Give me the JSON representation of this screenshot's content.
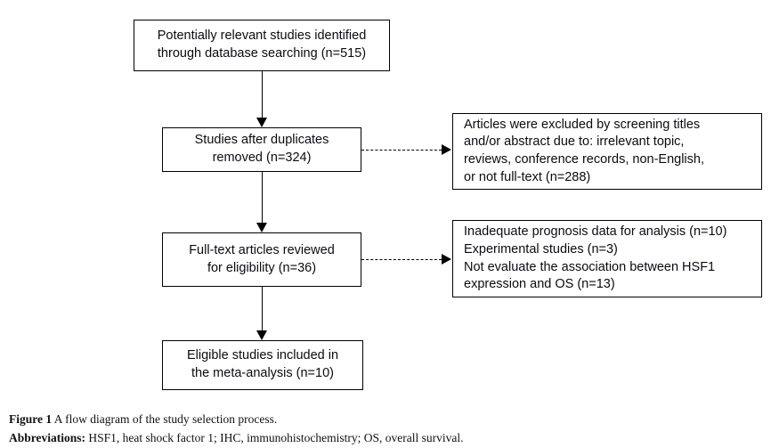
{
  "figure": {
    "type": "prisma-flow-diagram",
    "caption_label": "Figure 1",
    "caption_text": "A flow diagram of the study selection process.",
    "abbreviations_label": "Abbreviations:",
    "abbreviations_text": "HSF1, heat shock factor 1; IHC, immunohistochemistry; OS, overall survival."
  },
  "flow": {
    "main_boxes": [
      {
        "id": "identified",
        "text": "Potentially relevant studies identified\nthrough database searching (n=515)",
        "count": 515
      },
      {
        "id": "duplicates",
        "text": "Studies after duplicates\nremoved (n=324)",
        "count": 324
      },
      {
        "id": "fulltext",
        "text": "Full-text articles reviewed\nfor eligibility (n=36)",
        "count": 36
      },
      {
        "id": "eligible",
        "text": "Eligible studies included in\nthe meta-analysis (n=10)",
        "count": 10
      }
    ],
    "exclusion_boxes": [
      {
        "id": "excluded-screening",
        "text": "Articles were excluded by screening titles\nand/or abstract due to: irrelevant topic,\nreviews, conference records, non-English,\nor not full-text (n=288)",
        "count": 288
      },
      {
        "id": "excluded-eligibility",
        "text": "Inadequate prognosis data for analysis (n=10)\nExperimental studies (n=3)\nNot evaluate the association between HSF1\nexpression and OS (n=13)",
        "counts": [
          10,
          3,
          13
        ]
      }
    ],
    "connectors": {
      "solid_arrow": "arrow-down-solid",
      "dashed_arrow": "arrow-right-dashed"
    }
  },
  "colors": {
    "line": "#000000",
    "text": "#0b0b14",
    "background": "#ffffff"
  }
}
